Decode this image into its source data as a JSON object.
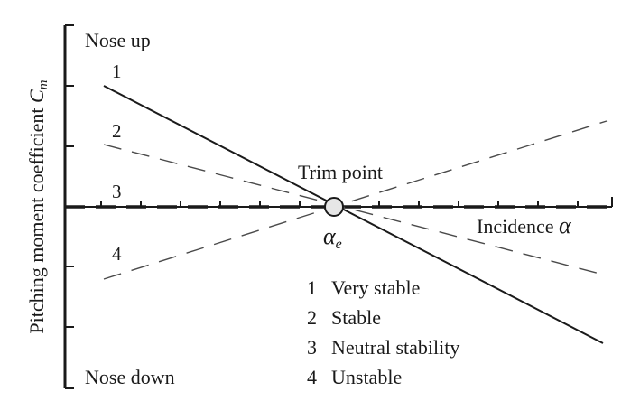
{
  "diagram": {
    "y_axis_label": {
      "text": "Pitching moment coefficient ",
      "symbol": "C",
      "symbol_sub": "m"
    },
    "x_axis_label": {
      "text": "Incidence ",
      "symbol": "α"
    },
    "top_label": "Nose up",
    "bottom_label": "Nose down",
    "trim_point_label": "Trim point",
    "alpha_e": {
      "symbol": "α",
      "sub": "e"
    },
    "curve_numbers": [
      "1",
      "2",
      "3",
      "4"
    ],
    "legend": [
      {
        "num": "1",
        "label": "Very stable"
      },
      {
        "num": "2",
        "label": "Stable"
      },
      {
        "num": "3",
        "label": "Neutral stability"
      },
      {
        "num": "4",
        "label": "Unstable"
      }
    ],
    "colors": {
      "line": "#1a1a1a",
      "dash": "#4a4a4a",
      "trim_fill": "#e6e6e6"
    }
  }
}
